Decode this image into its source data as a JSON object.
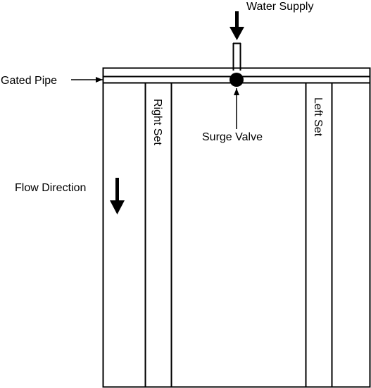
{
  "diagram": {
    "labels": {
      "water_supply": "Water Supply",
      "gated_pipe": "Gated Pipe",
      "surge_valve": "Surge Valve",
      "flow_direction": "Flow Direction",
      "right_set": "Right Set",
      "left_set": "Left Set"
    },
    "colors": {
      "line": "#000000",
      "background": "#ffffff"
    }
  }
}
